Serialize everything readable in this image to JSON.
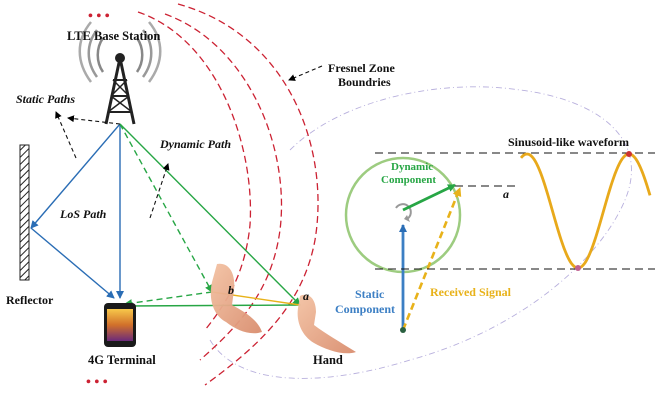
{
  "labels": {
    "base_station": "LTE Base Station",
    "fresnel_line1": "Fresnel Zone",
    "fresnel_line2": "Boundries",
    "static_paths": "Static Paths",
    "dynamic_path": "Dynamic Path",
    "los_path": "LoS Path",
    "reflector": "Reflector",
    "terminal": "4G Terminal",
    "hand": "Hand",
    "point_a": "a",
    "point_b": "b",
    "dynamic_component_line1": "Dynamic",
    "dynamic_component_line2": "Component",
    "static_component_line1": "Static",
    "static_component_line2": "Component",
    "received_signal": "Received Signal",
    "waveform_title": "Sinusoid-like waveform",
    "waveform_point_a": "a",
    "ellipsis_top": "• • •",
    "ellipsis_bottom": "• • •"
  },
  "colors": {
    "fresnel": "#cc2233",
    "los": "#2a6db5",
    "dynamic": "#27a645",
    "received": "#e8b21a",
    "static_comp": "#3c7fc4",
    "circle": "#9dcc80",
    "wave": "#e8a91b",
    "guide": "#b8b0dd"
  }
}
